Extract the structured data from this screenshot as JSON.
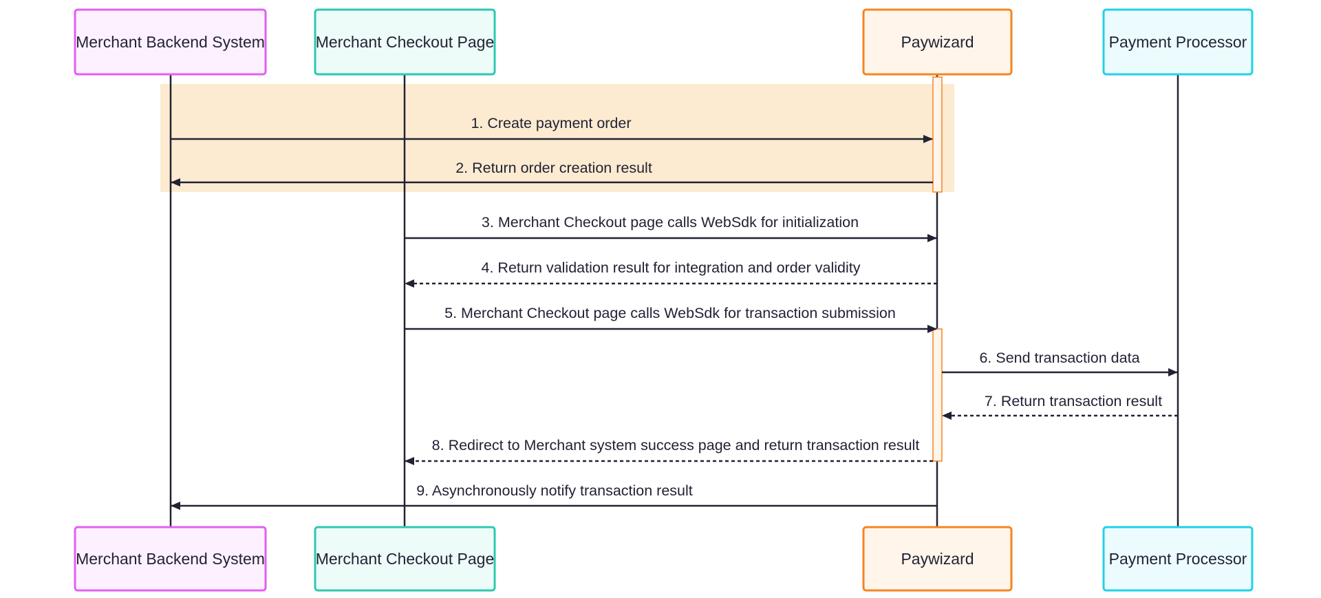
{
  "colors": {
    "line": "#222235",
    "highlight": "#fcebd0",
    "activation_stroke": "#f58520",
    "activation_fill": "#fff5ea"
  },
  "participants": [
    {
      "id": "backend",
      "label": "Merchant Backend System",
      "stroke": "#e060f0",
      "fill": "#fdf1ff"
    },
    {
      "id": "checkout",
      "label": "Merchant Checkout Page",
      "stroke": "#2cc8b0",
      "fill": "#edfcf8"
    },
    {
      "id": "paywizard",
      "label": "Paywizard",
      "stroke": "#f58520",
      "fill": "#fff5ea"
    },
    {
      "id": "processor",
      "label": "Payment Processor",
      "stroke": "#1fd2e8",
      "fill": "#ecfcfe"
    }
  ],
  "messages": [
    {
      "label": "1. Create payment order",
      "from": "backend",
      "to": "paywizard",
      "style": "solid"
    },
    {
      "label": "2. Return order creation result",
      "from": "paywizard",
      "to": "backend",
      "style": "solid"
    },
    {
      "label": "3. Merchant Checkout page calls WebSdk for initialization",
      "from": "checkout",
      "to": "paywizard",
      "style": "solid"
    },
    {
      "label": "4. Return validation result for integration and order validity",
      "from": "paywizard",
      "to": "checkout",
      "style": "dashed"
    },
    {
      "label": "5. Merchant Checkout page calls WebSdk for transaction submission",
      "from": "checkout",
      "to": "paywizard",
      "style": "solid"
    },
    {
      "label": "6. Send transaction data",
      "from": "paywizard",
      "to": "processor",
      "style": "solid"
    },
    {
      "label": "7. Return transaction result",
      "from": "processor",
      "to": "paywizard",
      "style": "dashed"
    },
    {
      "label": "8. Redirect to Merchant system success page and return transaction result",
      "from": "paywizard",
      "to": "checkout",
      "style": "dashed"
    },
    {
      "label": "9. Asynchronously notify transaction result",
      "from": "paywizard",
      "to": "backend",
      "style": "solid"
    }
  ]
}
